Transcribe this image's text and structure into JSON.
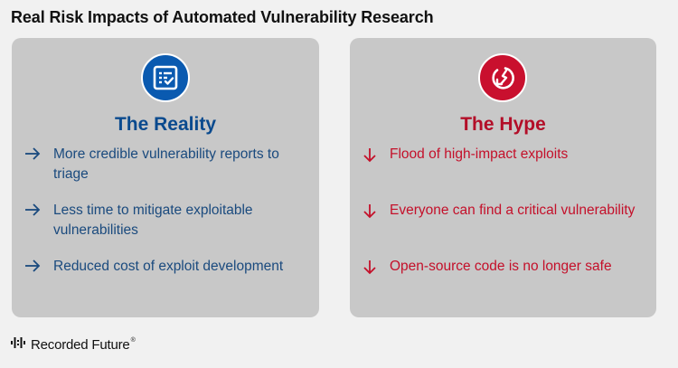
{
  "title": "Real Risk Impacts of Automated Vulnerability Research",
  "colors": {
    "reality_accent": "#0a5ab0",
    "reality_text": "#1a4a7e",
    "hype_accent": "#c9102e",
    "hype_text": "#c4102a",
    "card_background": "#c8c8c8",
    "page_background": "#f1f1f1"
  },
  "reality": {
    "icon": "checklist-icon",
    "heading": "The Reality",
    "items": [
      {
        "icon": "arrow-right-icon",
        "text": "More credible vulnerability reports to triage"
      },
      {
        "icon": "arrow-right-icon",
        "text": "Less time to mitigate exploitable vulnerabilities"
      },
      {
        "icon": "arrow-right-icon",
        "text": "Reduced cost of exploit development"
      }
    ]
  },
  "hype": {
    "icon": "broken-circle-arrow-icon",
    "heading": "The Hype",
    "items": [
      {
        "icon": "arrow-down-icon",
        "text": "Flood of high-impact exploits"
      },
      {
        "icon": "arrow-down-icon",
        "text": "Everyone can find a critical vulnerability"
      },
      {
        "icon": "arrow-down-icon",
        "text": "Open-source code is no longer safe"
      }
    ]
  },
  "footer": {
    "logo_icon": "recorded-future-logo-icon",
    "brand": "Recorded Future",
    "trademark": "®"
  }
}
